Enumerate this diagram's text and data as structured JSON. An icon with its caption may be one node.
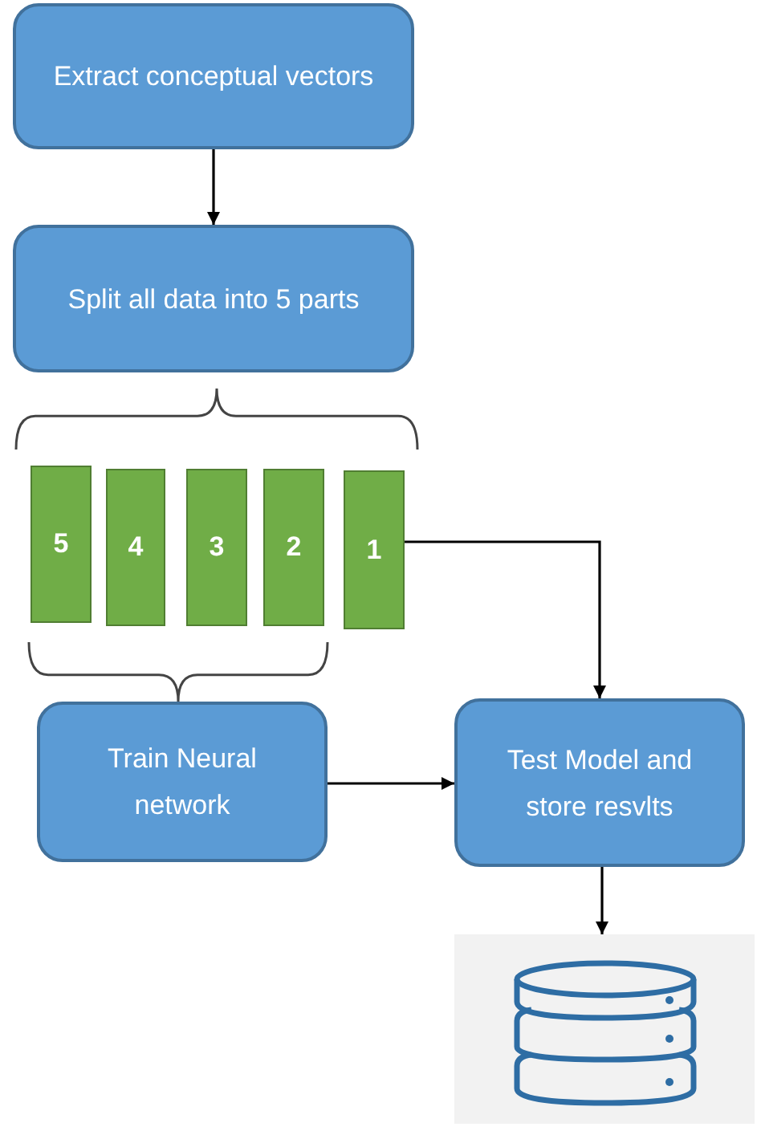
{
  "diagram": {
    "nodes": [
      {
        "text": [
          "Extract conceptual vectors"
        ]
      },
      {
        "text": [
          "Split all data into 5 parts"
        ]
      },
      {
        "text": [
          "5"
        ]
      },
      {
        "text": [
          "4"
        ]
      },
      {
        "text": [
          "3"
        ]
      },
      {
        "text": [
          "2"
        ]
      },
      {
        "text": [
          "1"
        ]
      },
      {
        "text": [
          "Train Neural network"
        ]
      },
      {
        "text": [
          "Test Model and store resvlts"
        ]
      },
      {
        "text": [],
        "shape": "cylinder"
      }
    ],
    "edges": [
      {
        "from": 0,
        "to": 1,
        "arrow": "to"
      },
      {
        "from": 6,
        "to": 8,
        "arrow": "to"
      },
      {
        "from": 7,
        "to": 8,
        "arrow": "to"
      },
      {
        "from": 8,
        "to": 9,
        "arrow": "to"
      }
    ]
  }
}
